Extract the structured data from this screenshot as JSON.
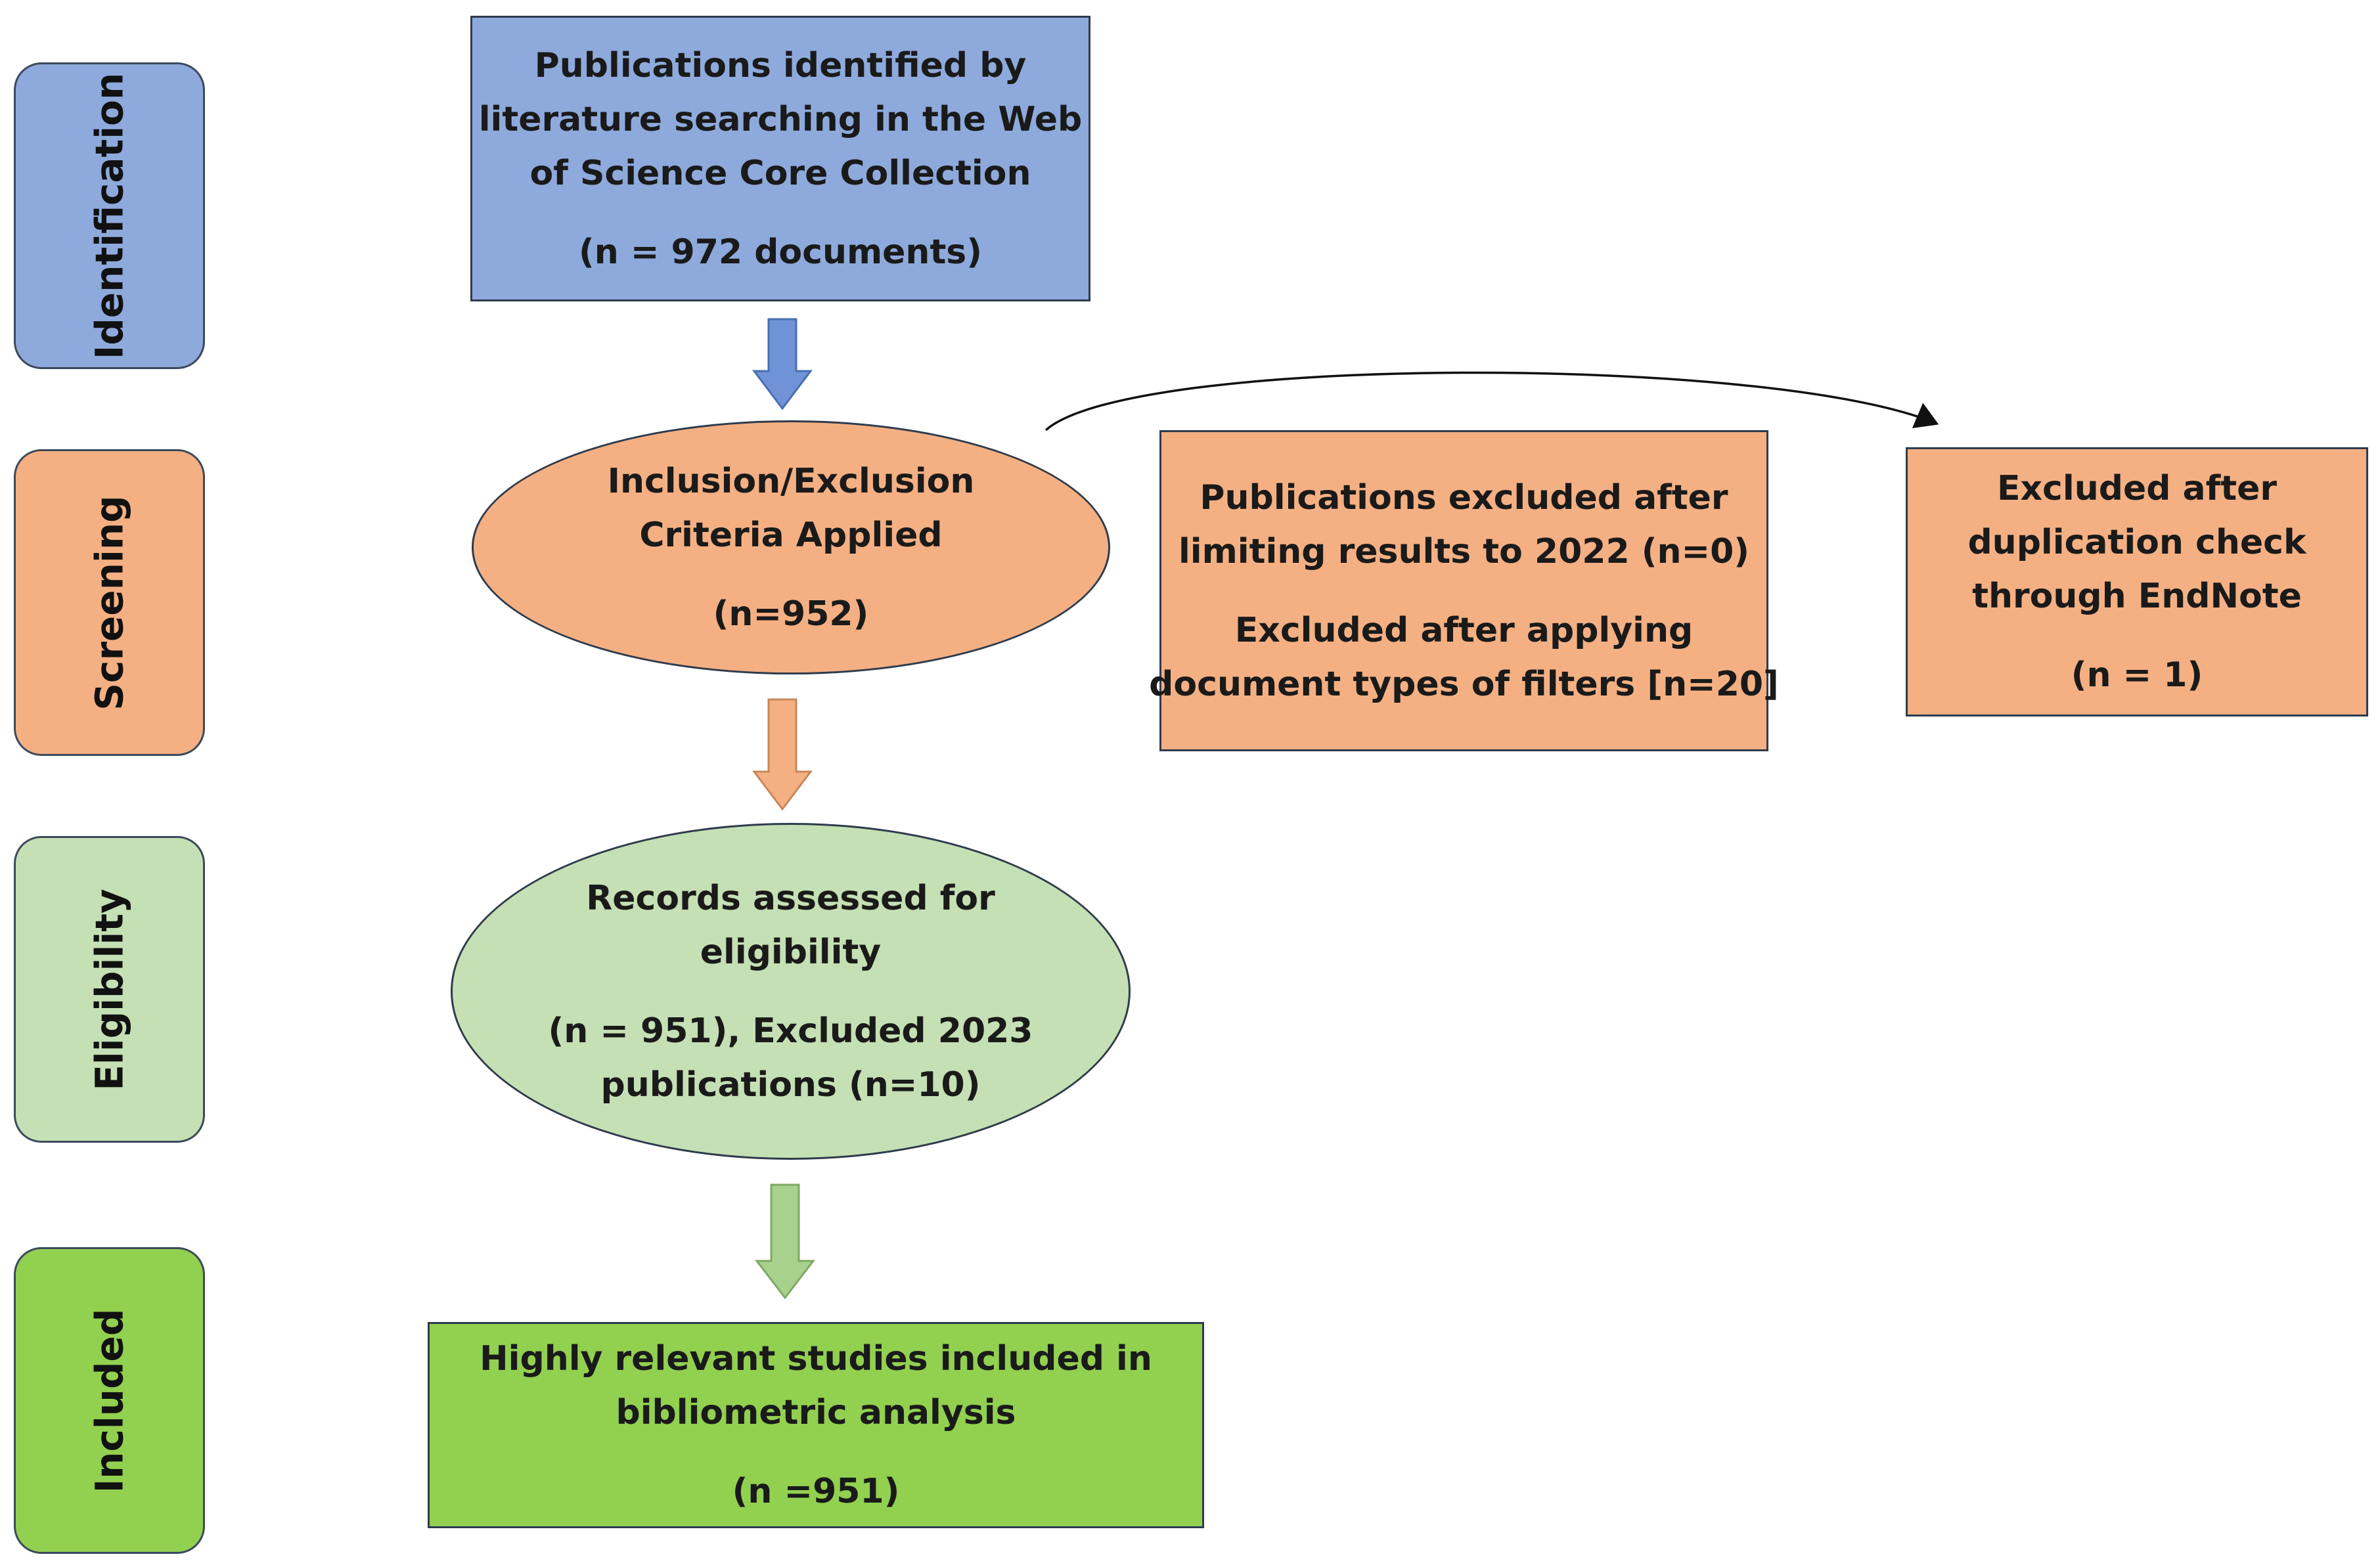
{
  "phases": {
    "identification": "Identification",
    "screening": "Screening",
    "eligibility": "Eligibility",
    "included": "Included"
  },
  "nodes": {
    "identification_box": {
      "lines": [
        "Publications identified by",
        "literature searching in the Web",
        "of Science Core Collection"
      ],
      "count": "(n = 972 documents)"
    },
    "screening_ellipse": {
      "lines": [
        "Inclusion/Exclusion",
        "Criteria Applied"
      ],
      "count": "(n=952)"
    },
    "exclusion_filters_box": {
      "lines_a": [
        "Publications excluded after",
        "limiting results to 2022 (n=0)"
      ],
      "lines_b": [
        "Excluded after applying",
        "document types of filters [n=20]"
      ]
    },
    "duplication_box": {
      "lines": [
        "Excluded after",
        "duplication check",
        "through EndNote"
      ],
      "count": "(n = 1)"
    },
    "eligibility_ellipse": {
      "lines": [
        "Records assessed for",
        "eligibility"
      ],
      "lines_b": [
        "(n = 951), Excluded 2023",
        "publications (n=10)"
      ]
    },
    "included_box": {
      "lines": [
        "Highly relevant studies included in",
        "bibliometric analysis"
      ],
      "count": "(n =951)"
    }
  },
  "colors": {
    "identification": "#8eaadc",
    "screening": "#f4b083",
    "eligibility": "#c5e0b4",
    "included": "#92d050",
    "arrow_blue": "#6f93d6",
    "arrow_orange": "#f4b083",
    "arrow_green": "#a9d18e",
    "border": "#2f3b4d"
  }
}
